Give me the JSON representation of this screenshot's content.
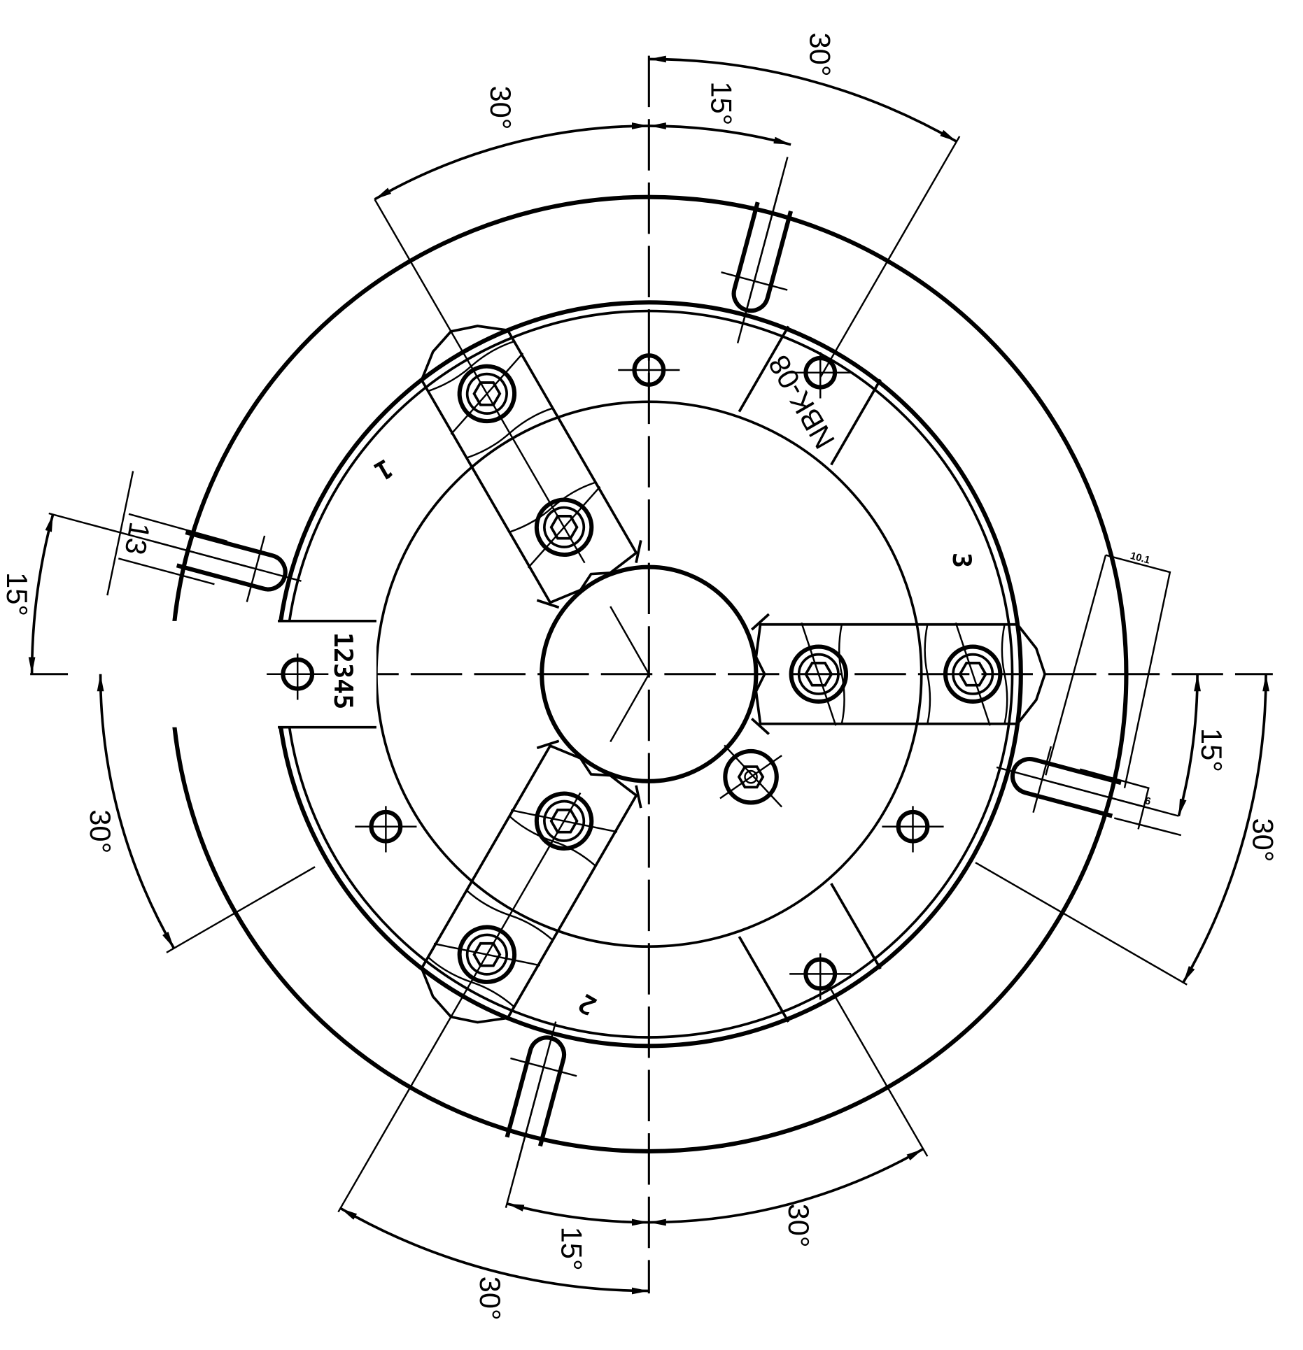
{
  "drawing": {
    "part_code": "NBK-08",
    "serial_marking": "12345",
    "jaw_numbers": [
      "1",
      "2",
      "3"
    ],
    "dimensions": {
      "top_left_angle": "30°",
      "top_angle": "15°",
      "top_right_angle": "30°",
      "left_angle_15": "15°",
      "left_slot_width": "13",
      "left_angle_30": "30°",
      "right_angle_15": "15°",
      "right_angle_30": "30°",
      "right_slot_width": "10.1",
      "right_slot_small": "6",
      "bottom_right_angle": "30°",
      "bottom_angle_15": "15°",
      "bottom_left_angle": "30°"
    }
  }
}
